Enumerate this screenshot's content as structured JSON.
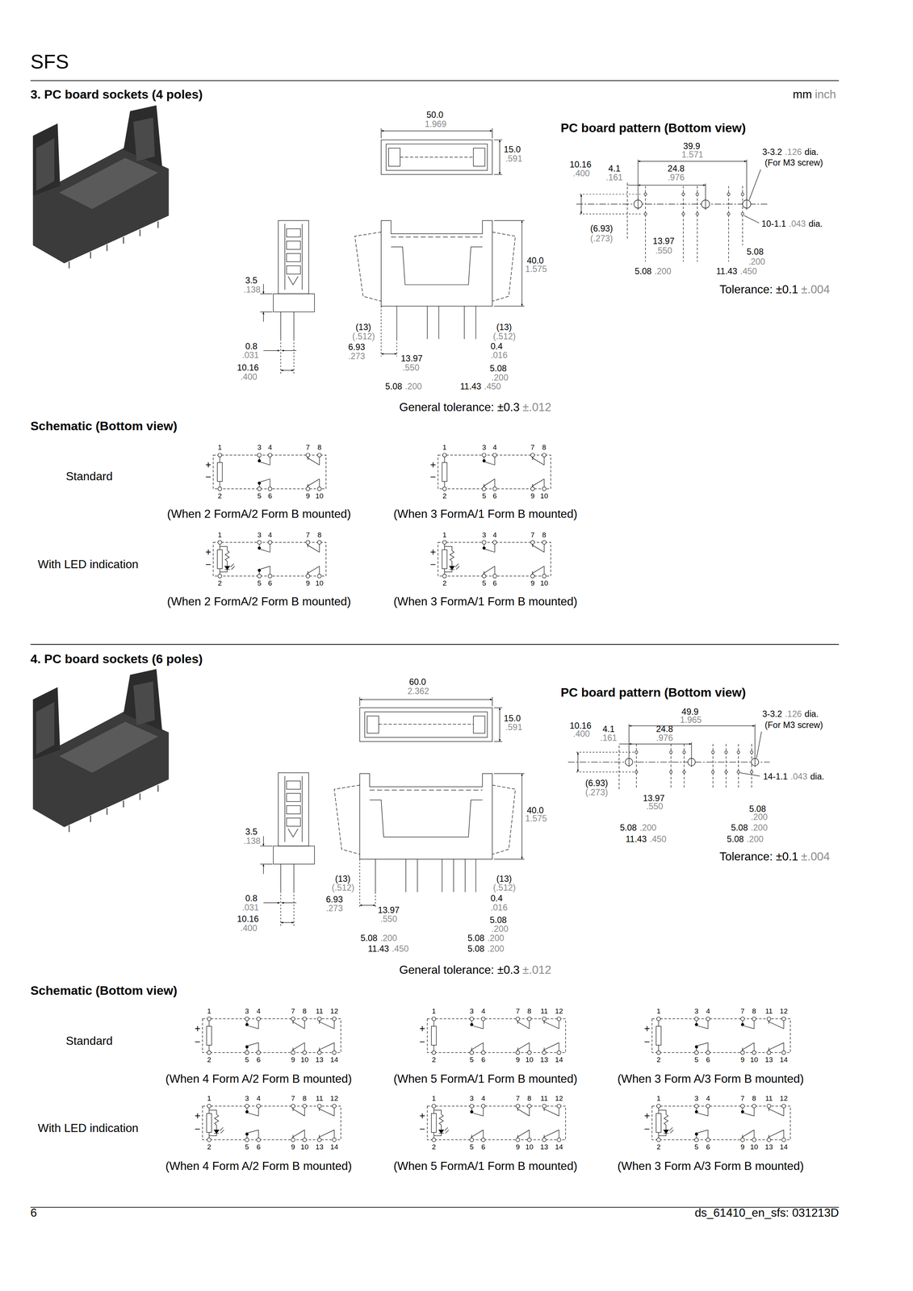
{
  "diagram": {
    "title": "SFS",
    "labels": [
      "3. PC board sockets (4 poles)",
      "mm",
      "inch",
      "50.0",
      "1.969",
      "15.0",
      ".591",
      "PC board pattern (Bottom view)",
      "39.9",
      "1.571",
      "3-3.2",
      ".126",
      "dia.",
      "(For M3 screw)",
      "10.16",
      ".400",
      "4.1",
      ".161",
      "24.8",
      ".976",
      "10-1.1",
      ".043",
      "dia.",
      "(6.93)",
      "(.273)",
      "13.97",
      ".550",
      "5.08",
      ".200",
      "5.08",
      ".200",
      "11.43",
      ".450",
      "Tolerance: ±0.1",
      "±.004",
      "3.5",
      ".138",
      "40.0",
      "1.575",
      "(13)",
      "(.512)",
      "(13)",
      "(.512)",
      "0.8",
      ".031",
      "6.93",
      ".273",
      "0.4",
      ".016",
      "10.16",
      ".400",
      "13.97",
      ".550",
      "5.08",
      ".200",
      "5.08",
      ".200",
      "11.43",
      ".450",
      "General tolerance: ±0.3",
      "±.012",
      "Schematic (Bottom view)",
      "Standard",
      "(When 2 FormA/2 Form B mounted)",
      "(When 3 FormA/1 Form B mounted)",
      "With LED indication",
      "(When 2 FormA/2 Form B mounted)",
      "(When 3 FormA/1 Form B mounted)",
      "+",
      "−",
      "1",
      "3",
      "4",
      "7",
      "8",
      "2",
      "5",
      "6",
      "9",
      "10",
      "+",
      "−",
      "1",
      "3",
      "4",
      "7",
      "8",
      "2",
      "5",
      "6",
      "9",
      "10",
      "+",
      "−",
      "1",
      "3",
      "4",
      "7",
      "8",
      "2",
      "5",
      "6",
      "9",
      "10",
      "+",
      "−",
      "1",
      "3",
      "4",
      "7",
      "8",
      "2",
      "5",
      "6",
      "9",
      "10",
      "4. PC board sockets (6 poles)",
      "60.0",
      "2.362",
      "15.0",
      ".591",
      "PC board pattern (Bottom view)",
      "49.9",
      "1.965",
      "3-3.2",
      ".126",
      "dia.",
      "(For M3 screw)",
      "10.16",
      ".400",
      "4.1",
      ".161",
      "24.8",
      ".976",
      "14-1.1",
      ".043",
      "dia.",
      "(6.93)",
      "(.273)",
      "13.97",
      ".550",
      "5.08",
      ".200",
      "5.08",
      ".200",
      "5.08",
      ".200",
      "11.43",
      ".450",
      "5.08",
      ".200",
      "Tolerance: ±0.1",
      "±.004",
      "3.5",
      ".138",
      "40.0",
      "1.575",
      "(13)",
      "(.512)",
      "(13)",
      "(.512)",
      "0.8",
      ".031",
      "6.93",
      ".273",
      "0.4",
      ".016",
      "10.16",
      ".400",
      "13.97",
      ".550",
      "5.08",
      ".200",
      "5.08",
      ".200",
      "5.08",
      ".200",
      "11.43",
      ".450",
      "5.08",
      ".200",
      "General tolerance: ±0.3",
      "±.012",
      "Schematic (Bottom view)",
      "Standard",
      "(When 4 Form A/2 Form B mounted)",
      "(When 5 FormA/1 Form B mounted)",
      "(When 3 Form A/3 Form B mounted)",
      "With LED indication",
      "(When 4 Form A/2 Form B mounted)",
      "(When 5 FormA/1 Form B mounted)",
      "(When 3 Form A/3 Form B mounted)",
      "+",
      "−",
      "1",
      "3",
      "4",
      "7",
      "8",
      "11",
      "12",
      "2",
      "5",
      "6",
      "9",
      "10",
      "13",
      "14",
      "+",
      "−",
      "1",
      "3",
      "4",
      "7",
      "8",
      "11",
      "12",
      "2",
      "5",
      "6",
      "9",
      "10",
      "13",
      "14",
      "+",
      "−",
      "1",
      "3",
      "4",
      "7",
      "8",
      "11",
      "12",
      "2",
      "5",
      "6",
      "9",
      "10",
      "13",
      "14",
      "+",
      "−",
      "1",
      "3",
      "4",
      "7",
      "8",
      "11",
      "12",
      "2",
      "5",
      "6",
      "9",
      "10",
      "13",
      "14",
      "+",
      "−",
      "1",
      "3",
      "4",
      "7",
      "8",
      "11",
      "12",
      "2",
      "5",
      "6",
      "9",
      "10",
      "13",
      "14",
      "+",
      "−",
      "1",
      "3",
      "4",
      "7",
      "8",
      "11",
      "12",
      "2",
      "5",
      "6",
      "9",
      "10",
      "13",
      "14",
      "6",
      "ds_61410_en_sfs: 031213D"
    ]
  }
}
